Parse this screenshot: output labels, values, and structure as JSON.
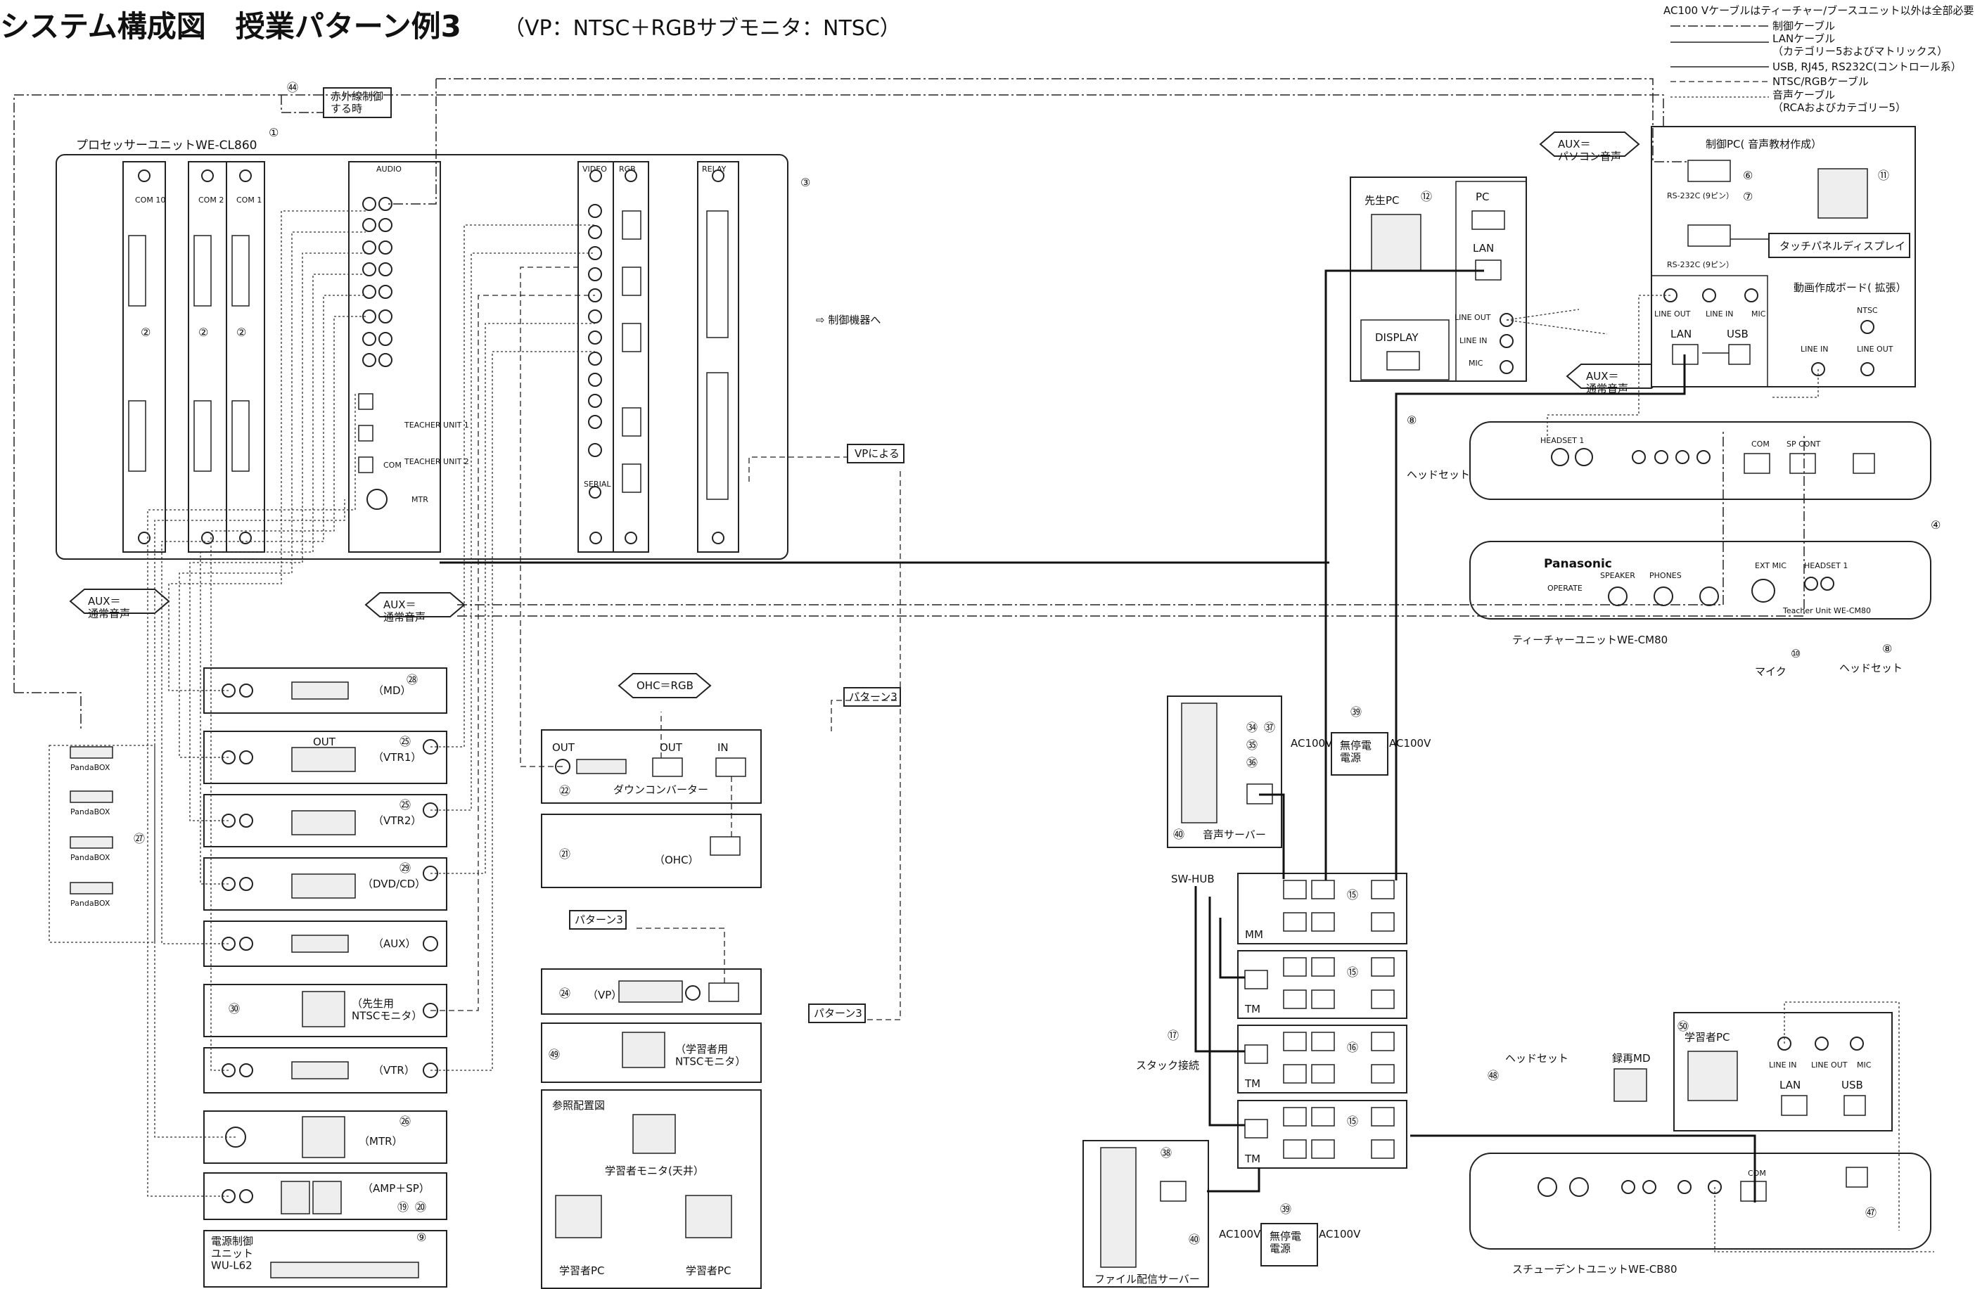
{
  "header": {
    "title": "システム構成図　授業パターン例3",
    "subtitle": "（VP：NTSC＋RGBサブモニタ：NTSC）"
  },
  "legend": {
    "note": "AC100 Vケーブルはティーチャー/ブースユニット以外は全部必要",
    "items": [
      {
        "label": "制御ケーブル"
      },
      {
        "label": "LANケーブル"
      },
      {
        "label": "（カテゴリー5およびマトリックス）"
      },
      {
        "label": "USB, RJ45, RS232C(コントロール系）"
      },
      {
        "label": "NTSC/RGBケーブル"
      },
      {
        "label": "音声ケーブル"
      },
      {
        "label": "（RCAおよびカテゴリー5）"
      }
    ]
  },
  "processor": {
    "title": "プロセッサーユニットWE-CL860",
    "number": "①",
    "com_labels": [
      "COM 10",
      "COM 2",
      "COM 1"
    ],
    "audio_label": "AUDIO",
    "video_label": "VIDEO",
    "rgb_label": "RGB",
    "relay_label": "RELAY",
    "serial_label": "SERIAL",
    "teacher_unit1": "TEACHER UNIT 1",
    "teacher_unit2": "TEACHER UNIT 2",
    "mtr": "MTR",
    "com": "COM"
  },
  "callouts": {
    "infrared": "赤外線制御\nする時",
    "aux_pc": "AUX＝\nパソコン音声",
    "aux_normal_1": "AUX＝\n通常音声",
    "aux_normal_2": "AUX＝\n通常音声",
    "aux_normal_3": "AUX＝\n通常音声",
    "ohc_rgb": "OHC＝RGB",
    "vp_by": "VPによる",
    "pattern3_a": "パターン3",
    "pattern3_b": "パターン3",
    "pattern3_c": "パターン3",
    "control_to": "⇨ 制御機器へ"
  },
  "devices": {
    "md": "（MD）",
    "vtr1": "（VTR1）",
    "vtr2": "（VTR2）",
    "dvd": "（DVD/CD）",
    "aux": "（AUX）",
    "tm_monitor": "（先生用\nNTSCモニタ）",
    "vtr": "（VTR）",
    "mtr": "（MTR）",
    "ampsp": "（AMP＋SP）",
    "power_unit": "電源制御\nユニット\nWU-L62",
    "downconv": "ダウンコンバーター",
    "ohc": "（OHC）",
    "vp": "（VP）",
    "student_monitor": "（学習者用\nNTSCモニタ）",
    "ref_title": "参照配置図",
    "ref_monitor": "学習者モニタ(天井）",
    "ref_pc1": "学習者PC",
    "ref_pc2": "学習者PC",
    "pandabox": "PandaBOX",
    "out": "OUT",
    "in": "IN"
  },
  "right": {
    "teacher_pc": "先生PC",
    "pc": "PC",
    "lan": "LAN",
    "line_out": "LINE OUT",
    "line_in": "LINE IN",
    "mic": "MIC",
    "display": "DISPLAY",
    "control_pc": "制御PC( 音声教材作成）",
    "rs232_1": "RS-232C (9ピン）",
    "rs232_2": "RS-232C (9ピン）",
    "touch_panel": "タッチパネルディスプレイ",
    "video_board": "動画作成ボード( 拡張）",
    "ntsc": "NTSC",
    "usb": "USB",
    "headset": "ヘッドセット",
    "headset2": "ヘッドセット",
    "headset3": "ヘッドセット",
    "mic_label": "マイク",
    "teacher_unit": "ティーチャーユニットWE-CM80",
    "panasonic": "Panasonic",
    "speaker": "SPEAKER",
    "phones": "PHONES",
    "ext_mic": "EXT MIC",
    "headset1": "HEADSET 1",
    "operate": "OPERATE",
    "teacher_unit_small": "Teacher Unit WE-CM80",
    "com": "COM",
    "sp_cont": "SP CONT",
    "ups1": "無停電\n電源",
    "ups2": "無停電\n電源",
    "ac100v": "AC100V",
    "audio_server": "音声サーバー",
    "file_server": "ファイル配信サーバー",
    "sw_hub": "SW-HUB",
    "mm": "MM",
    "tm": "TM",
    "stack": "スタック接続",
    "student_pc": "学習者PC",
    "rec_md": "録再MD",
    "student_unit": "スチューデントユニットWE-CB80"
  },
  "numbers": [
    "①",
    "②",
    "③",
    "④",
    "⑥",
    "⑦",
    "⑧",
    "⑨",
    "⑩",
    "⑪",
    "⑫",
    "⑮",
    "⑯",
    "⑰",
    "⑲",
    "⑳",
    "㉑",
    "㉒",
    "㉔",
    "㉕",
    "㉖",
    "㉗",
    "㉘",
    "㉙",
    "㉚",
    "㉞",
    "㉟",
    "㊱",
    "㊲",
    "㊳",
    "㊴",
    "㊵",
    "㊼",
    "㊽",
    "㊾",
    "㊿"
  ]
}
